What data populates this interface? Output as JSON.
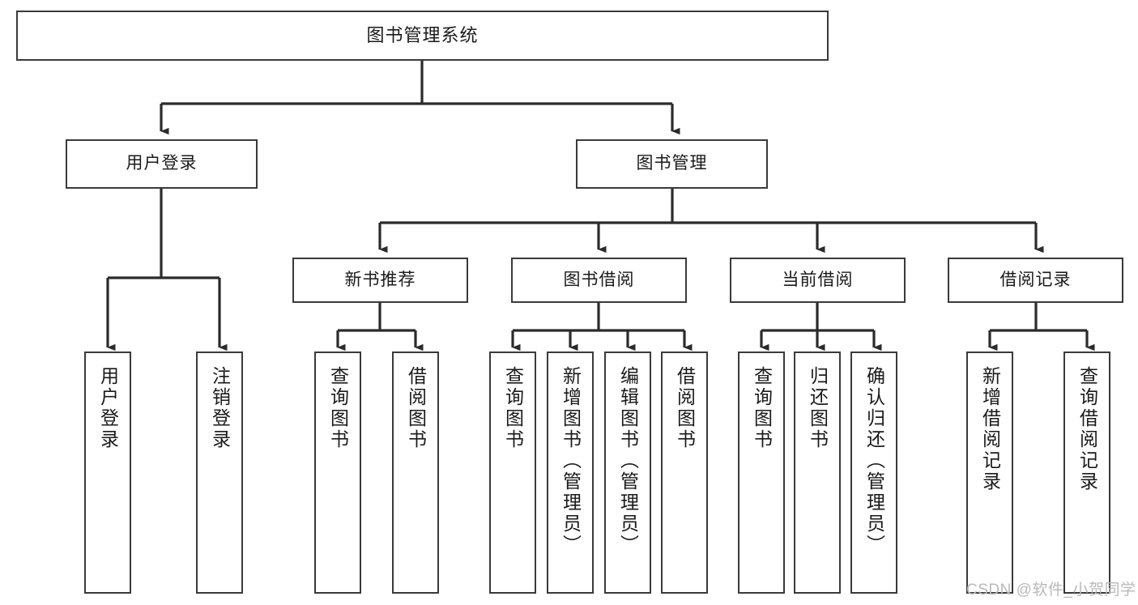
{
  "diagram": {
    "title": "图书管理系统",
    "type": "tree-hierarchy-diagram",
    "style": {
      "box_border_color": "#3a3a3a",
      "box_fill_color": "#ffffff",
      "edge_color": "#2b2b2b",
      "text_color": "#1a1a1a",
      "background": "#ffffff",
      "watermark_color": "#b9b9b9"
    },
    "levels": {
      "level1": [
        "图书管理系统"
      ],
      "level2": [
        "用户登录",
        "图书管理"
      ],
      "level3": [
        "新书推荐",
        "图书借阅",
        "当前借阅",
        "借阅记录"
      ],
      "level4": [
        "用户登录",
        "注销登录",
        "查询图书",
        "借阅图书",
        "查询图书",
        "新增图书（管理员）",
        "编辑图书（管理员）",
        "借阅图书",
        "查询图书",
        "归还图书",
        "确认归还（管理员）",
        "新增借阅记录",
        "查询借阅记录"
      ]
    },
    "nodes": {
      "root": {
        "label": "图书管理系统"
      },
      "user_login": {
        "label": "用户登录"
      },
      "book_manage": {
        "label": "图书管理"
      },
      "new_book_rec": {
        "label": "新书推荐"
      },
      "book_borrow": {
        "label": "图书借阅"
      },
      "current_borrow": {
        "label": "当前借阅"
      },
      "borrow_record": {
        "label": "借阅记录"
      },
      "leaf_user_login": {
        "label": "用户登录"
      },
      "leaf_logout": {
        "label": "注销登录"
      },
      "leaf_query_book_a": {
        "label": "查询图书"
      },
      "leaf_borrow_book_a": {
        "label": "借阅图书"
      },
      "leaf_query_book_b": {
        "label": "查询图书"
      },
      "leaf_add_book": {
        "label": "新增图书（管理员）"
      },
      "leaf_edit_book": {
        "label": "编辑图书（管理员）"
      },
      "leaf_borrow_book_b": {
        "label": "借阅图书"
      },
      "leaf_query_book_c": {
        "label": "查询图书"
      },
      "leaf_return_book": {
        "label": "归还图书"
      },
      "leaf_confirm_return": {
        "label": "确认归还（管理员）"
      },
      "leaf_add_record": {
        "label": "新增借阅记录"
      },
      "leaf_query_record": {
        "label": "查询借阅记录"
      }
    },
    "edges": [
      {
        "from": "root",
        "to": "user_login"
      },
      {
        "from": "root",
        "to": "book_manage"
      },
      {
        "from": "user_login",
        "to": "leaf_user_login"
      },
      {
        "from": "user_login",
        "to": "leaf_logout"
      },
      {
        "from": "book_manage",
        "to": "new_book_rec"
      },
      {
        "from": "book_manage",
        "to": "book_borrow"
      },
      {
        "from": "book_manage",
        "to": "current_borrow"
      },
      {
        "from": "book_manage",
        "to": "borrow_record"
      },
      {
        "from": "new_book_rec",
        "to": "leaf_query_book_a"
      },
      {
        "from": "new_book_rec",
        "to": "leaf_borrow_book_a"
      },
      {
        "from": "book_borrow",
        "to": "leaf_query_book_b"
      },
      {
        "from": "book_borrow",
        "to": "leaf_add_book"
      },
      {
        "from": "book_borrow",
        "to": "leaf_edit_book"
      },
      {
        "from": "book_borrow",
        "to": "leaf_borrow_book_b"
      },
      {
        "from": "current_borrow",
        "to": "leaf_query_book_c"
      },
      {
        "from": "current_borrow",
        "to": "leaf_return_book"
      },
      {
        "from": "current_borrow",
        "to": "leaf_confirm_return"
      },
      {
        "from": "borrow_record",
        "to": "leaf_add_record"
      },
      {
        "from": "borrow_record",
        "to": "leaf_query_record"
      }
    ],
    "watermark": "CSDN @软件_小贺同学"
  }
}
